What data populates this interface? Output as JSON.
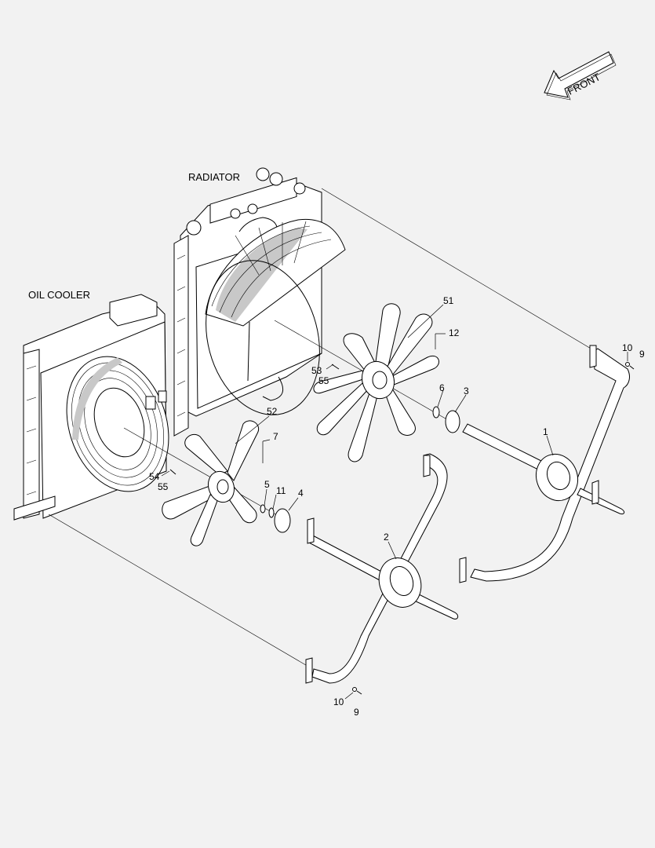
{
  "front_label": "FRONT",
  "assemblies": {
    "radiator": "RADIATOR",
    "oil_cooler": "OIL COOLER"
  },
  "callouts": [
    {
      "id": "c51",
      "text": "51"
    },
    {
      "id": "c12",
      "text": "12"
    },
    {
      "id": "c53",
      "text": "53"
    },
    {
      "id": "c55a",
      "text": "55"
    },
    {
      "id": "c6",
      "text": "6"
    },
    {
      "id": "c3",
      "text": "3"
    },
    {
      "id": "c10a",
      "text": "10"
    },
    {
      "id": "c9a",
      "text": "9"
    },
    {
      "id": "c1",
      "text": "1"
    },
    {
      "id": "c52",
      "text": "52"
    },
    {
      "id": "c7",
      "text": "7"
    },
    {
      "id": "c54",
      "text": "54"
    },
    {
      "id": "c55b",
      "text": "55"
    },
    {
      "id": "c5",
      "text": "5"
    },
    {
      "id": "c11",
      "text": "11"
    },
    {
      "id": "c4",
      "text": "4"
    },
    {
      "id": "c2",
      "text": "2"
    },
    {
      "id": "c10b",
      "text": "10"
    },
    {
      "id": "c9b",
      "text": "9"
    }
  ]
}
